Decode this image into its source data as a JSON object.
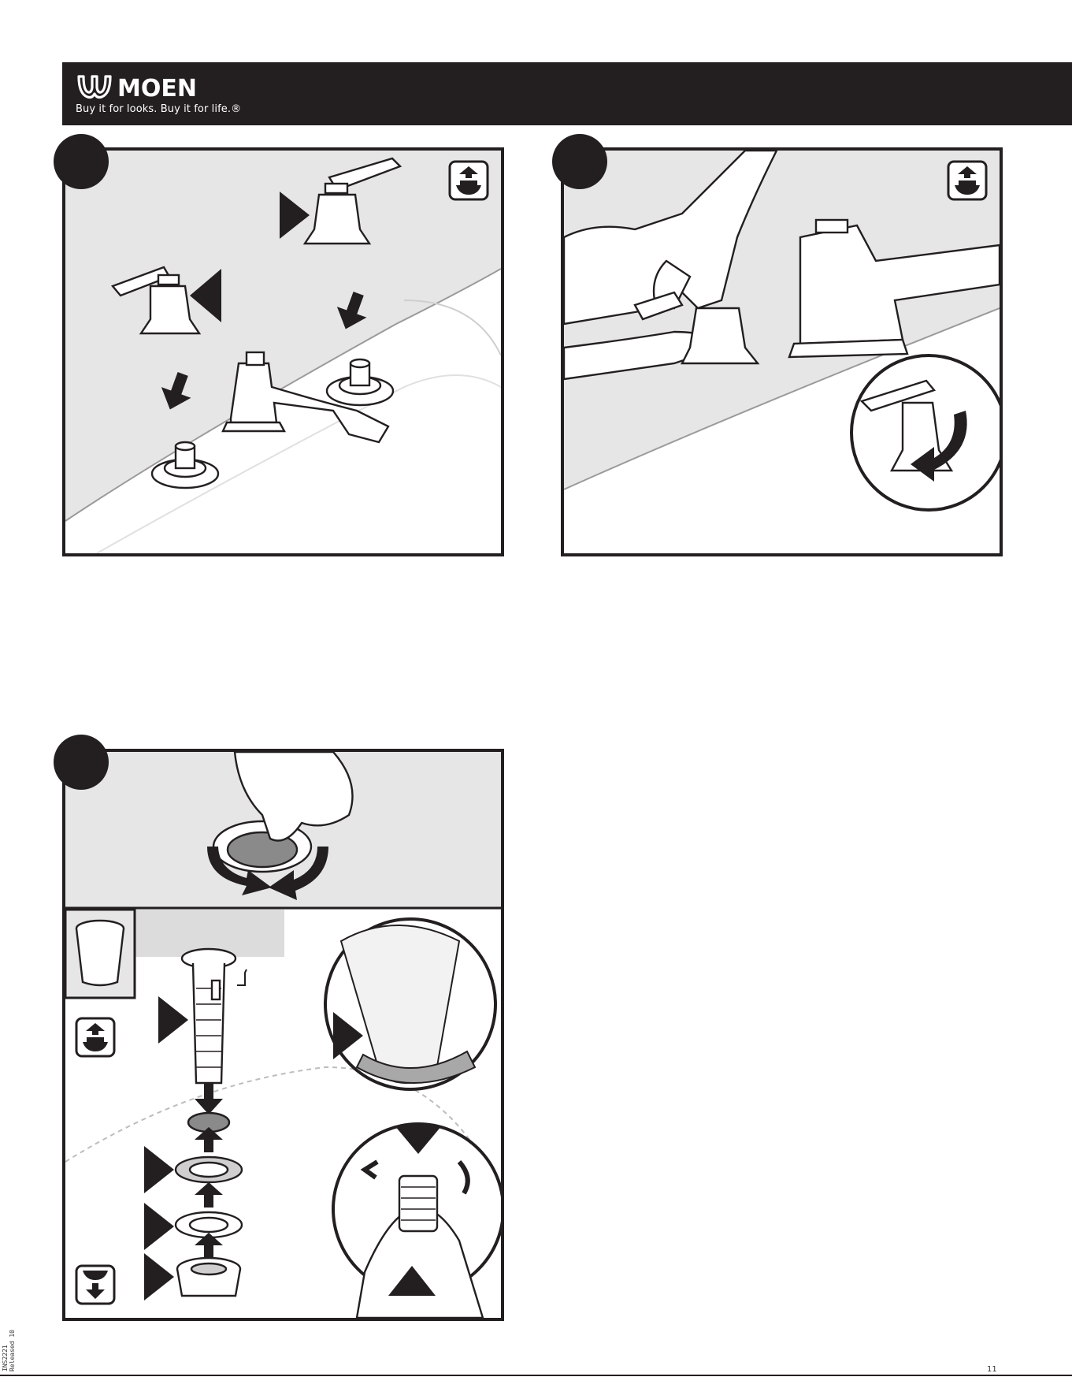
{
  "header": {
    "brand": "MOEN",
    "tagline": "Buy it for looks. Buy it for life.®"
  },
  "icons": {
    "install_from_above": "install-from-above-icon",
    "install_from_below": "install-from-below-icon",
    "parts_cup": "plumbers-putty-cup-icon"
  },
  "colors": {
    "ink": "#231f20",
    "panel_bg": "#e6e6e6",
    "highlight": "#cfcfcf"
  },
  "footer": {
    "code_line1": "INS2221",
    "code_line2": "Released 10",
    "corner_mark": "11"
  }
}
